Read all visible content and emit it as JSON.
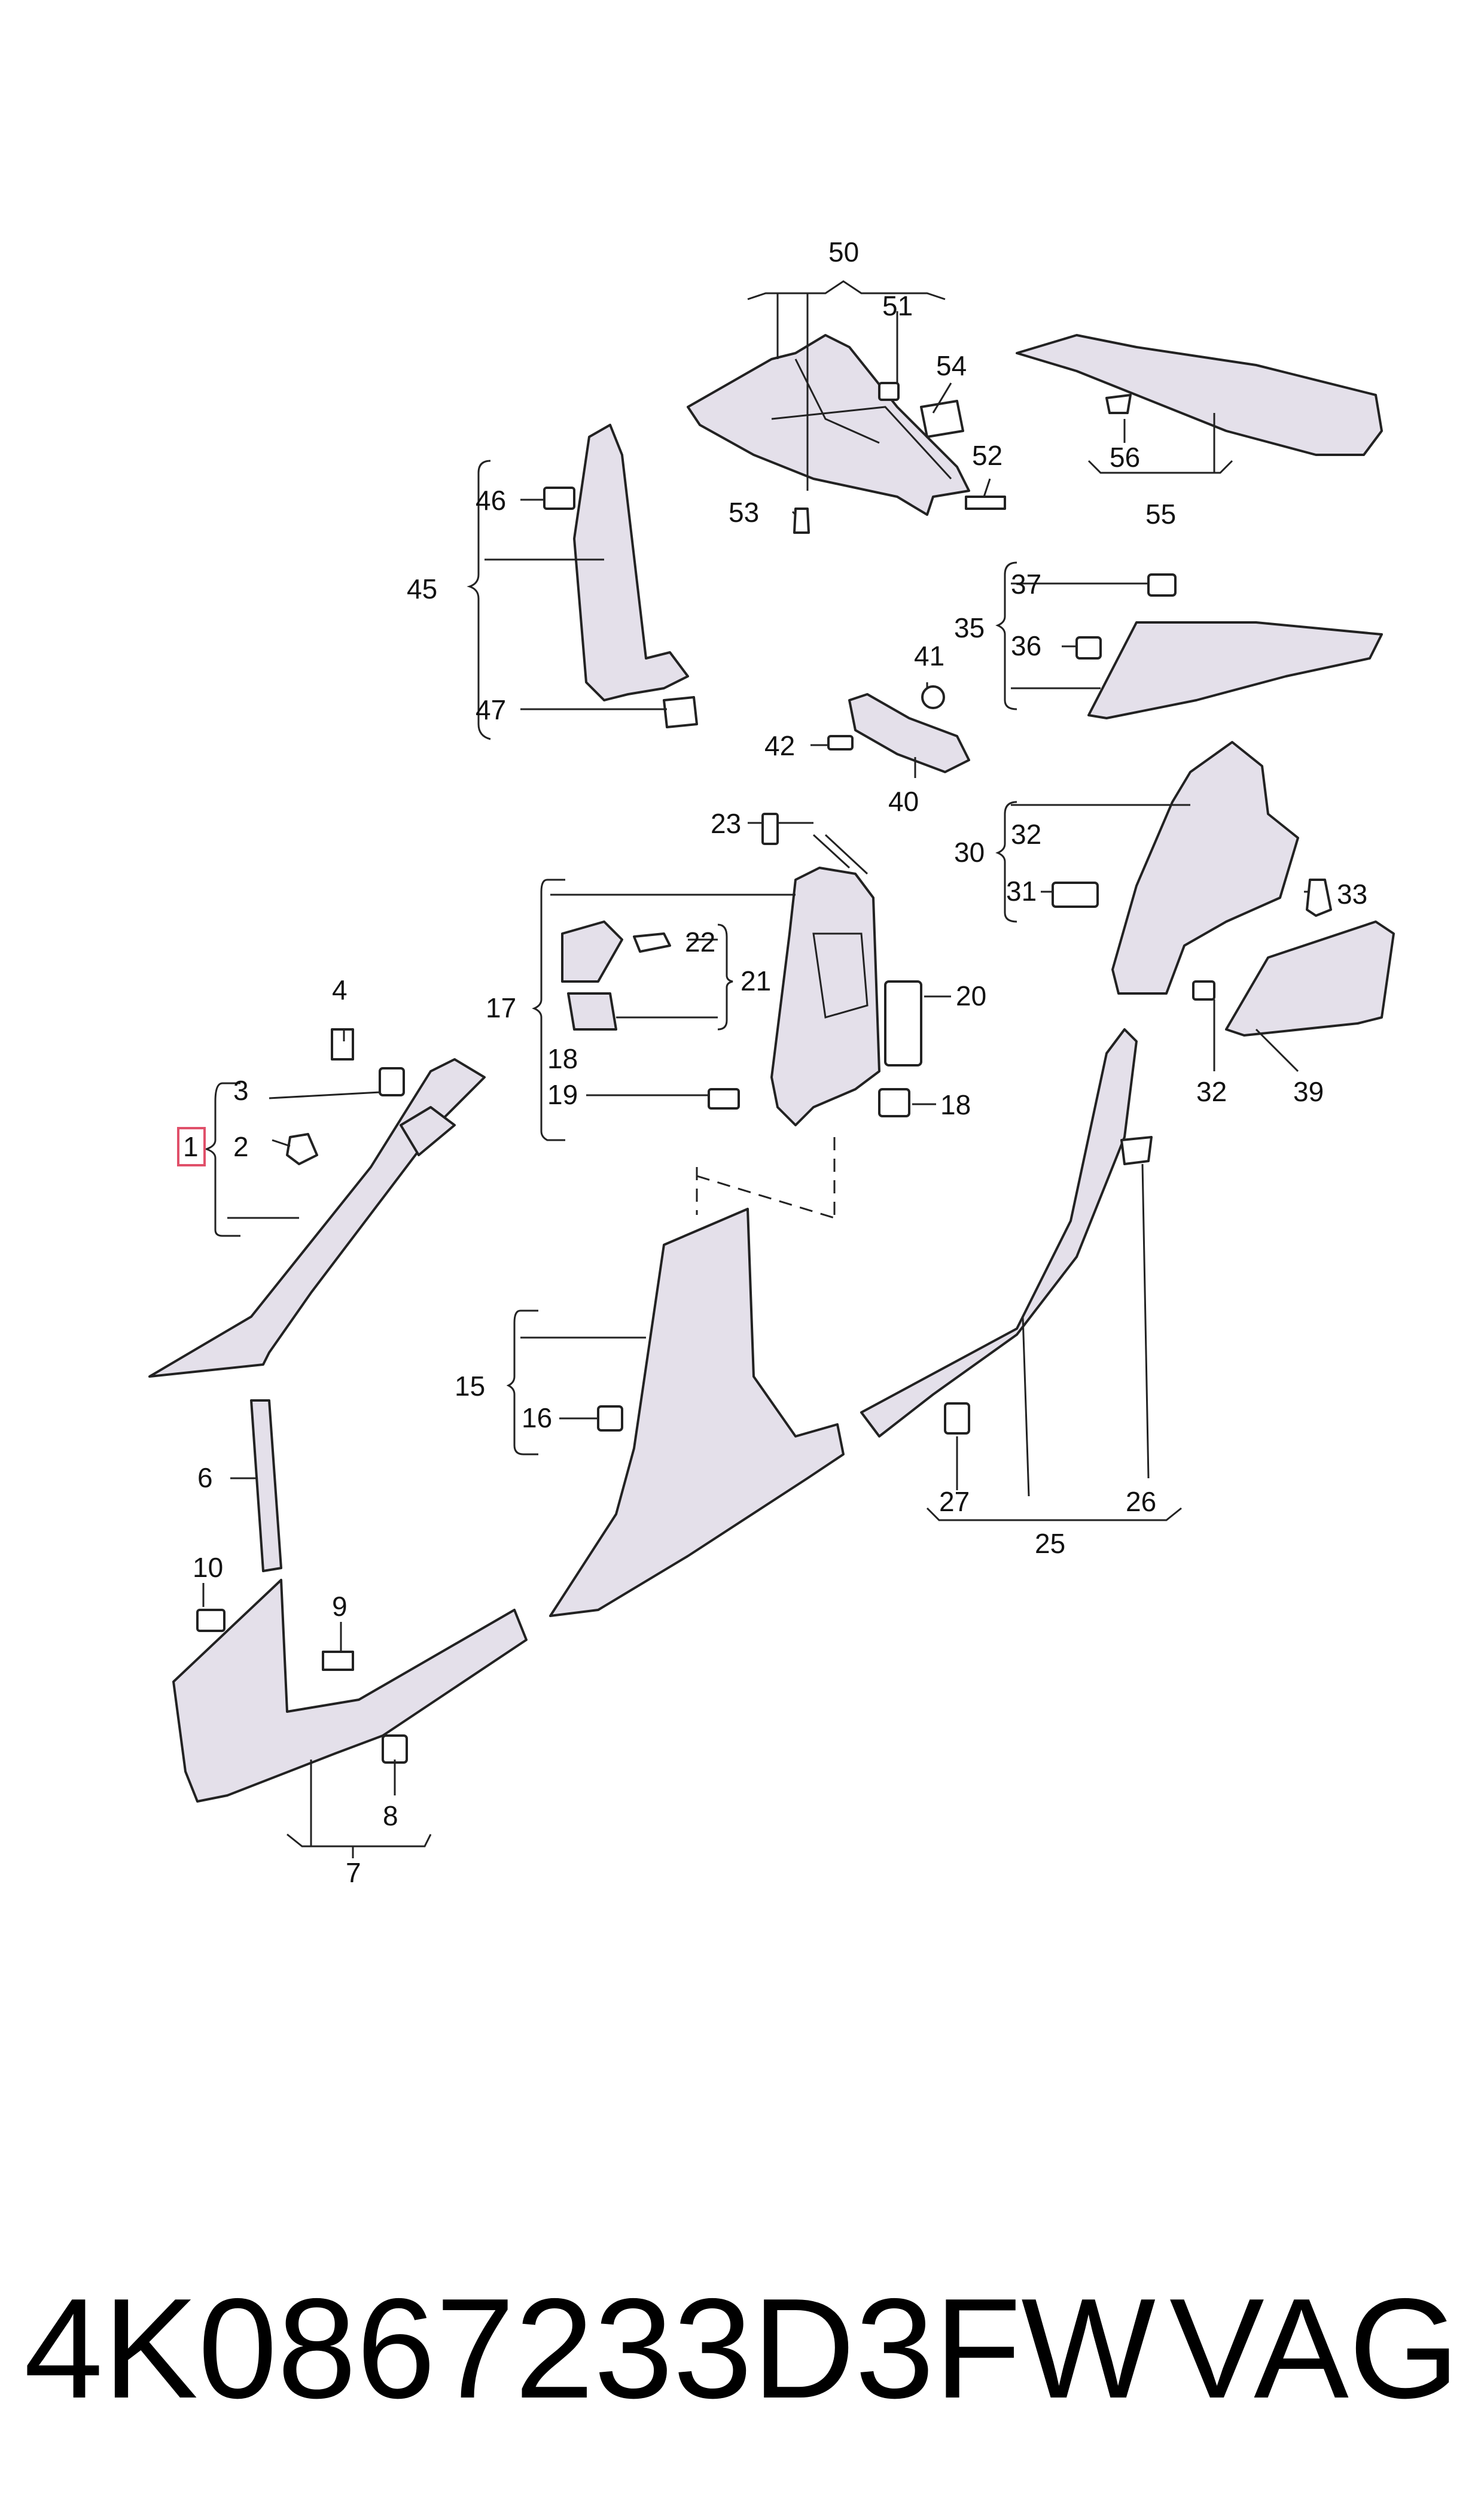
{
  "callouts": {
    "n1": "1",
    "n2": "2",
    "n3": "3",
    "n4": "4",
    "n6": "6",
    "n7": "7",
    "n8": "8",
    "n9": "9",
    "n10": "10",
    "n15": "15",
    "n16": "16",
    "n17": "17",
    "n18a": "18",
    "n18b": "18",
    "n19": "19",
    "n20": "20",
    "n21": "21",
    "n22": "22",
    "n23": "23",
    "n25": "25",
    "n26": "26",
    "n27": "27",
    "n30": "30",
    "n31": "31",
    "n32a": "32",
    "n32b": "32",
    "n33": "33",
    "n35": "35",
    "n36": "36",
    "n37": "37",
    "n39": "39",
    "n40": "40",
    "n41": "41",
    "n42": "42",
    "n45": "45",
    "n46": "46",
    "n47": "47",
    "n50": "50",
    "n51": "51",
    "n52": "52",
    "n53": "53",
    "n54": "54",
    "n55": "55",
    "n56": "56"
  },
  "highlight_color": "#e0506a",
  "footer": {
    "part_number": "4K0867233D3FW",
    "brand": "VAG"
  }
}
